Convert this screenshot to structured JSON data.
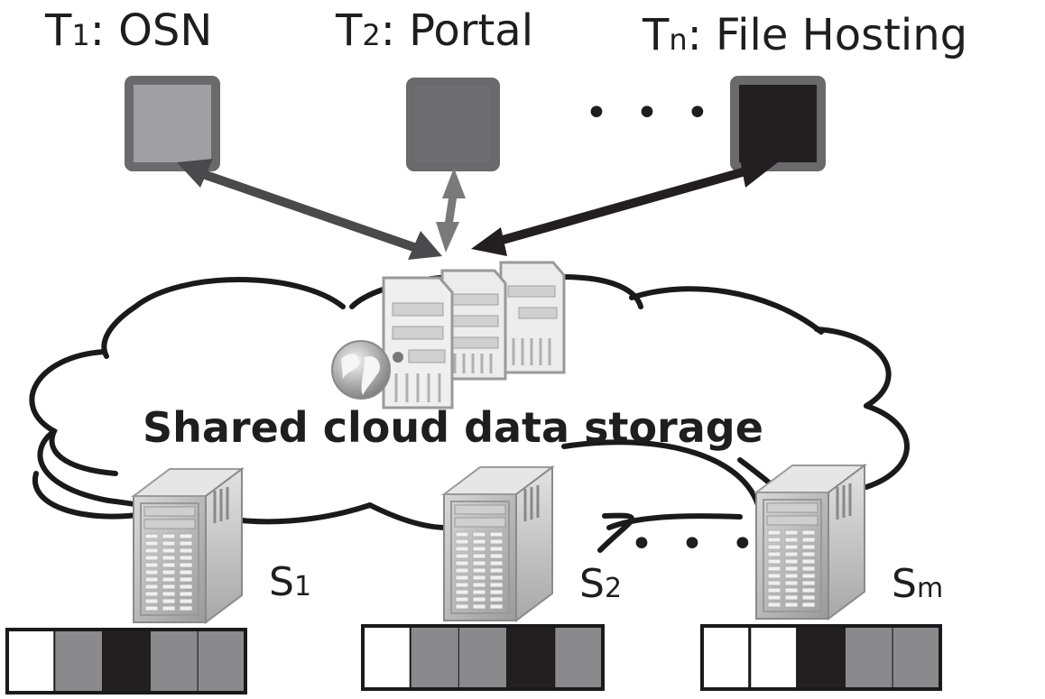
{
  "tenants": [
    {
      "prefix": "T",
      "sub": "1",
      "name": ": OSN",
      "color": "#a0a0a2",
      "border": "#6a6a6c"
    },
    {
      "prefix": "T",
      "sub": "2",
      "name": ": Portal",
      "color": "#6e6e70",
      "border": "#6a6a6c"
    },
    {
      "prefix": "T",
      "sub": "n",
      "name": ": File Hosting",
      "color": "#231f20",
      "border": "#6a6a6c"
    }
  ],
  "tenant_ellipsis": "• • •",
  "arrow_colors": [
    "#4a4a4c",
    "#7a7a7c",
    "#231f20"
  ],
  "cloud": {
    "title": "Shared cloud data storage"
  },
  "servers": [
    {
      "prefix": "S",
      "sub": "1",
      "blocks": [
        "#ffffff",
        "#8a8a8c",
        "#231f20",
        "#8a8a8c",
        "#8a8a8c"
      ]
    },
    {
      "prefix": "S",
      "sub": "2",
      "blocks": [
        "#ffffff",
        "#8a8a8c",
        "#8a8a8c",
        "#231f20",
        "#8a8a8c"
      ]
    },
    {
      "prefix": "S",
      "sub": "m",
      "blocks": [
        "#ffffff",
        "#ffffff",
        "#231f20",
        "#8a8a8c",
        "#8a8a8c"
      ]
    }
  ],
  "server_ellipsis": "• • •"
}
